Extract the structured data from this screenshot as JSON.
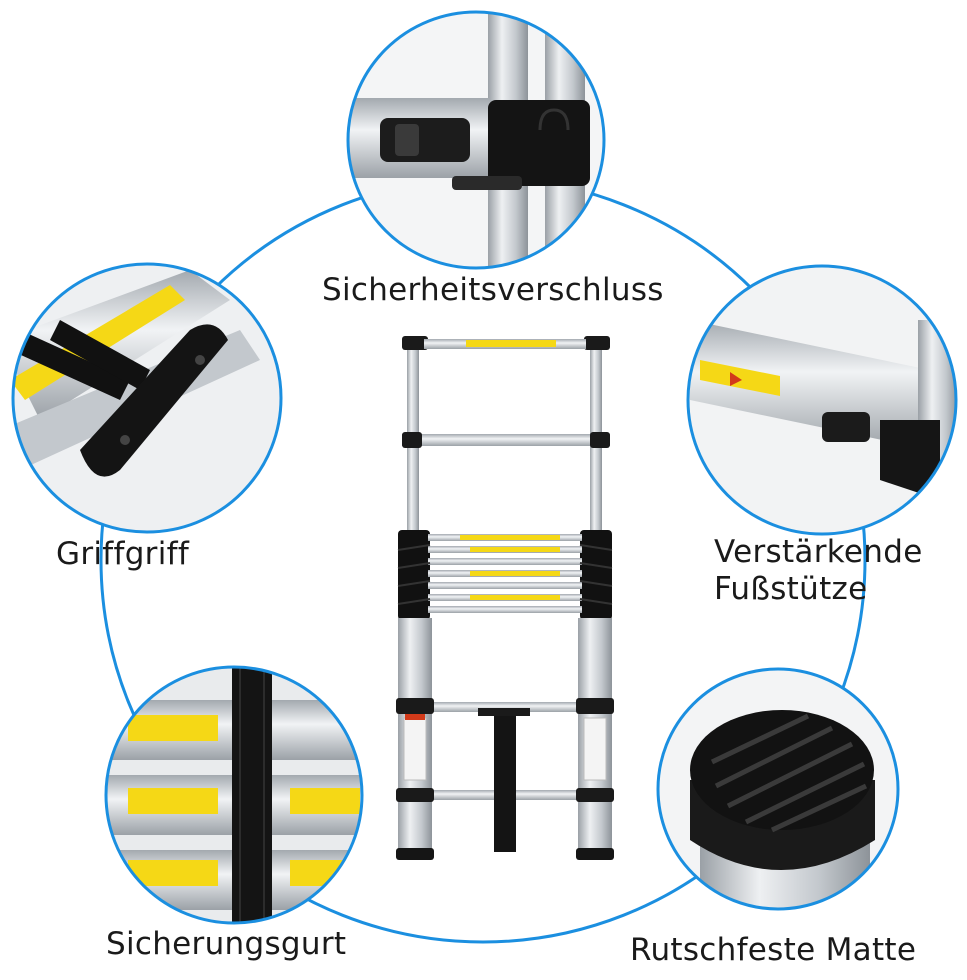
{
  "labels": {
    "top": "Sicherheitsverschluss",
    "left": "Griffgriff",
    "right_line1": "Verstärkende",
    "right_line2": "Fußstütze",
    "bottom_left": "Sicherungsgurt",
    "bottom_right": "Rutschfeste Matte"
  },
  "colors": {
    "ring_blue": "#1b8fe0",
    "aluminum": "#c9ced4",
    "warning_yellow": "#f5d816",
    "rubber_black": "#151515"
  }
}
